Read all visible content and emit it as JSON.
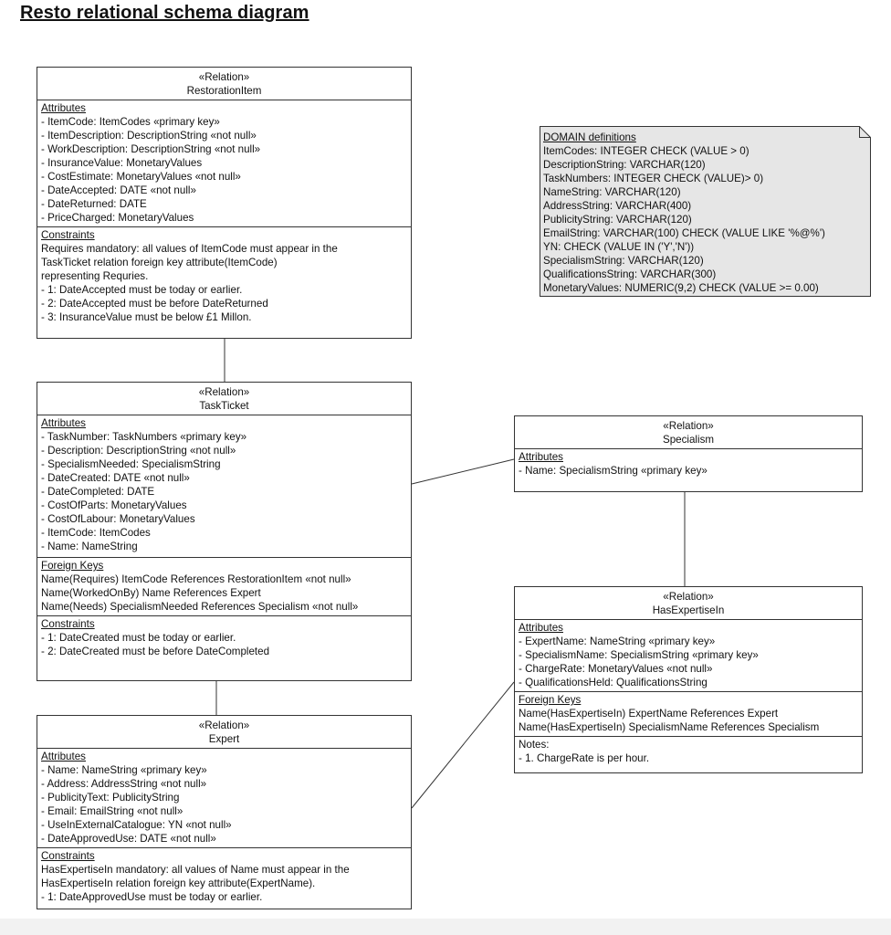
{
  "title": "Resto relational schema diagram",
  "stereotype": "«Relation»",
  "restoration_item": {
    "name": "RestorationItem",
    "attributes_title": "Attributes",
    "attributes": [
      "- ItemCode: ItemCodes «primary key»",
      "- ItemDescription: DescriptionString «not null»",
      "- WorkDescription: DescriptionString «not null»",
      "- InsuranceValue: MonetaryValues",
      "- CostEstimate: MonetaryValues «not null»",
      "- DateAccepted: DATE «not null»",
      "- DateReturned: DATE",
      "- PriceCharged: MonetaryValues"
    ],
    "constraints_title": "Constraints",
    "constraints": [
      "Requires mandatory: all values of ItemCode must appear in the",
      "TaskTicket relation foreign key attribute(ItemCode)",
      "representing Requries.",
      "- 1: DateAccepted must be today or earlier.",
      "- 2: DateAccepted must be before DateReturned",
      "- 3: InsuranceValue must be below £1 Millon."
    ]
  },
  "task_ticket": {
    "name": "TaskTicket",
    "attributes_title": "Attributes",
    "attributes": [
      "- TaskNumber: TaskNumbers «primary key»",
      "- Description: DescriptionString «not null»",
      "- SpecialismNeeded: SpecialismString",
      "- DateCreated: DATE «not null»",
      "- DateCompleted: DATE",
      "- CostOfParts: MonetaryValues",
      "- CostOfLabour: MonetaryValues",
      "- ItemCode: ItemCodes",
      "- Name: NameString"
    ],
    "foreign_keys_title": "Foreign Keys",
    "foreign_keys": [
      "Name(Requires) ItemCode References RestorationItem «not null»",
      "Name(WorkedOnBy) Name References Expert",
      "Name(Needs) SpecialismNeeded References Specialism «not null»"
    ],
    "constraints_title": "Constraints",
    "constraints": [
      "- 1: DateCreated must be today or earlier.",
      "- 2: DateCreated must be before DateCompleted"
    ]
  },
  "expert": {
    "name": "Expert",
    "attributes_title": "Attributes",
    "attributes": [
      "- Name: NameString «primary key»",
      "- Address: AddressString «not null»",
      "- PublicityText: PublicityString",
      "- Email: EmailString «not null»",
      "- UseInExternalCatalogue: YN «not null»",
      "- DateApprovedUse: DATE «not null»"
    ],
    "constraints_title": "Constraints",
    "constraints": [
      "HasExpertiseIn mandatory: all values of Name must appear in the",
      "HasExpertiseIn relation foreign key attribute(ExpertName).",
      "- 1: DateApprovedUse must be today or earlier."
    ]
  },
  "specialism": {
    "name": "Specialism",
    "attributes_title": "Attributes",
    "attributes": [
      "- Name: SpecialismString «primary key»"
    ]
  },
  "has_expertise_in": {
    "name": "HasExpertiseIn",
    "attributes_title": "Attributes",
    "attributes": [
      "- ExpertName: NameString «primary key»",
      "- SpecialismName: SpecialismString «primary key»",
      "- ChargeRate: MonetaryValues «not null»",
      "- QualificationsHeld: QualificationsString"
    ],
    "foreign_keys_title": "Foreign Keys",
    "foreign_keys": [
      "Name(HasExpertiseIn) ExpertName References Expert",
      "Name(HasExpertiseIn) SpecialismName References Specialism"
    ],
    "notes_title": "Notes:",
    "notes": [
      "- 1. ChargeRate is per hour."
    ]
  },
  "domain_definitions": {
    "title": "DOMAIN definitions",
    "lines": [
      "ItemCodes: INTEGER CHECK (VALUE > 0)",
      "DescriptionString: VARCHAR(120)",
      "TaskNumbers: INTEGER CHECK (VALUE)> 0)",
      "NameString: VARCHAR(120)",
      "AddressString: VARCHAR(400)",
      "PublicityString: VARCHAR(120)",
      "EmailString: VARCHAR(100) CHECK (VALUE LIKE '%@%')",
      "YN: CHECK (VALUE IN ('Y','N'))",
      "SpecialismString: VARCHAR(120)",
      "QualificationsString: VARCHAR(300)",
      "MonetaryValues: NUMERIC(9,2) CHECK (VALUE >= 0.00)"
    ]
  },
  "colors": {
    "line": "#333333",
    "note_fill": "#e6e6e6",
    "background": "#ffffff"
  }
}
